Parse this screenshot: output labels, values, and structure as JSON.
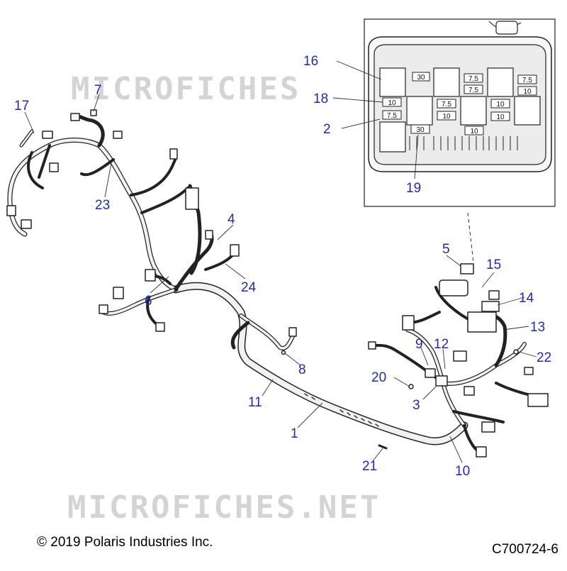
{
  "colors": {
    "callout": "#1f2bb0",
    "line": "#1a1a1a",
    "harness": "#bdbdbd",
    "watermark": "#cfcfcf"
  },
  "watermark": {
    "text_top": "MICROFICHES",
    "text_bottom": "MICROFICHES.NET"
  },
  "callouts": {
    "c1": "1",
    "c2": "2",
    "c3": "3",
    "c4": "4",
    "c5": "5",
    "c6": "6",
    "c7": "7",
    "c8": "8",
    "c9": "9",
    "c10": "10",
    "c11": "11",
    "c12": "12",
    "c13": "13",
    "c14": "14",
    "c15": "15",
    "c16": "16",
    "c17": "17",
    "c18": "18",
    "c19": "19",
    "c20": "20",
    "c21": "21",
    "c22": "22",
    "c23": "23",
    "c24": "24"
  },
  "fuses": {
    "f1": "30",
    "f2": "7.5",
    "f3": "7.5",
    "f4": "7.5",
    "f5": "10",
    "f6": "10",
    "f7": "10",
    "f8": "7.5",
    "f9": "10",
    "f10": "7.5",
    "f11": "10",
    "f12": "30",
    "f13": "10"
  },
  "footer": {
    "copyright": "© 2019 Polaris Industries Inc.",
    "code": "C700724-6"
  }
}
